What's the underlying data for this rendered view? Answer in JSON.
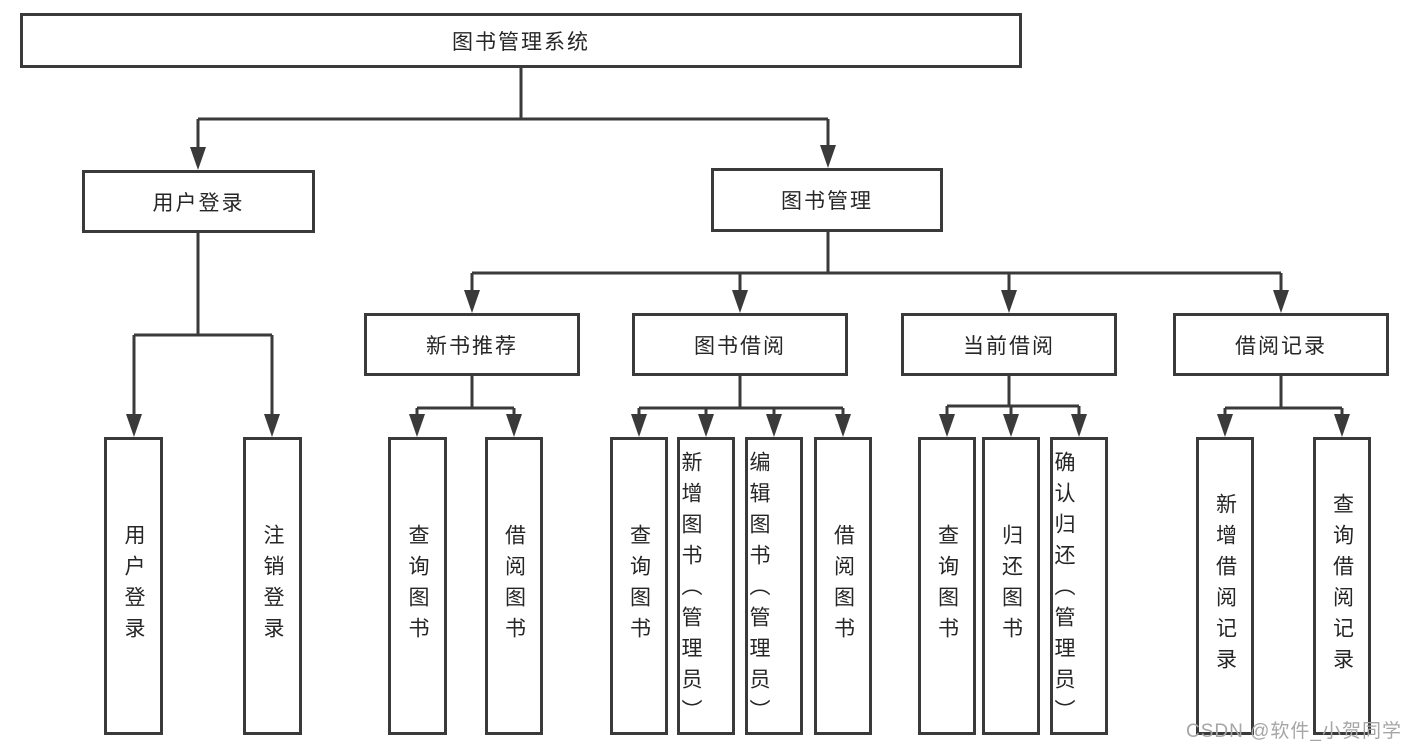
{
  "diagram": {
    "title": "图书管理系统",
    "colors": {
      "line": "#3a3a3a",
      "box_border": "#3a3a3a",
      "text": "#262626",
      "watermark": "#a6a6a6",
      "background": "#ffffff"
    },
    "nodes": {
      "root": "图书管理系统",
      "user_login": "用户登录",
      "book_mgmt": "图书管理",
      "new_book": "新书推荐",
      "book_borrow": "图书借阅",
      "current_borrow": "当前借阅",
      "borrow_record": "借阅记录",
      "leaf_user_login": "用户登录",
      "leaf_logout": "注销登录",
      "leaf_nb_query": "查询图书",
      "leaf_nb_borrow": "借阅图书",
      "leaf_bb_query": "查询图书",
      "leaf_bb_add": "新增图书（管理员）",
      "leaf_bb_edit": "编辑图书（管理员）",
      "leaf_bb_borrow": "借阅图书",
      "leaf_cb_query": "查询图书",
      "leaf_cb_return": "归还图书",
      "leaf_cb_confirm": "确认归还（管理员）",
      "leaf_br_add": "新增借阅记录",
      "leaf_br_query": "查询借阅记录"
    },
    "hierarchy": {
      "图书管理系统": {
        "用户登录": [
          "用户登录",
          "注销登录"
        ],
        "图书管理": {
          "新书推荐": [
            "查询图书",
            "借阅图书"
          ],
          "图书借阅": [
            "查询图书",
            "新增图书（管理员）",
            "编辑图书（管理员）",
            "借阅图书"
          ],
          "当前借阅": [
            "查询图书",
            "归还图书",
            "确认归还（管理员）"
          ],
          "借阅记录": [
            "新增借阅记录",
            "查询借阅记录"
          ]
        }
      }
    },
    "watermark": "CSDN @软件_小贺同学"
  }
}
